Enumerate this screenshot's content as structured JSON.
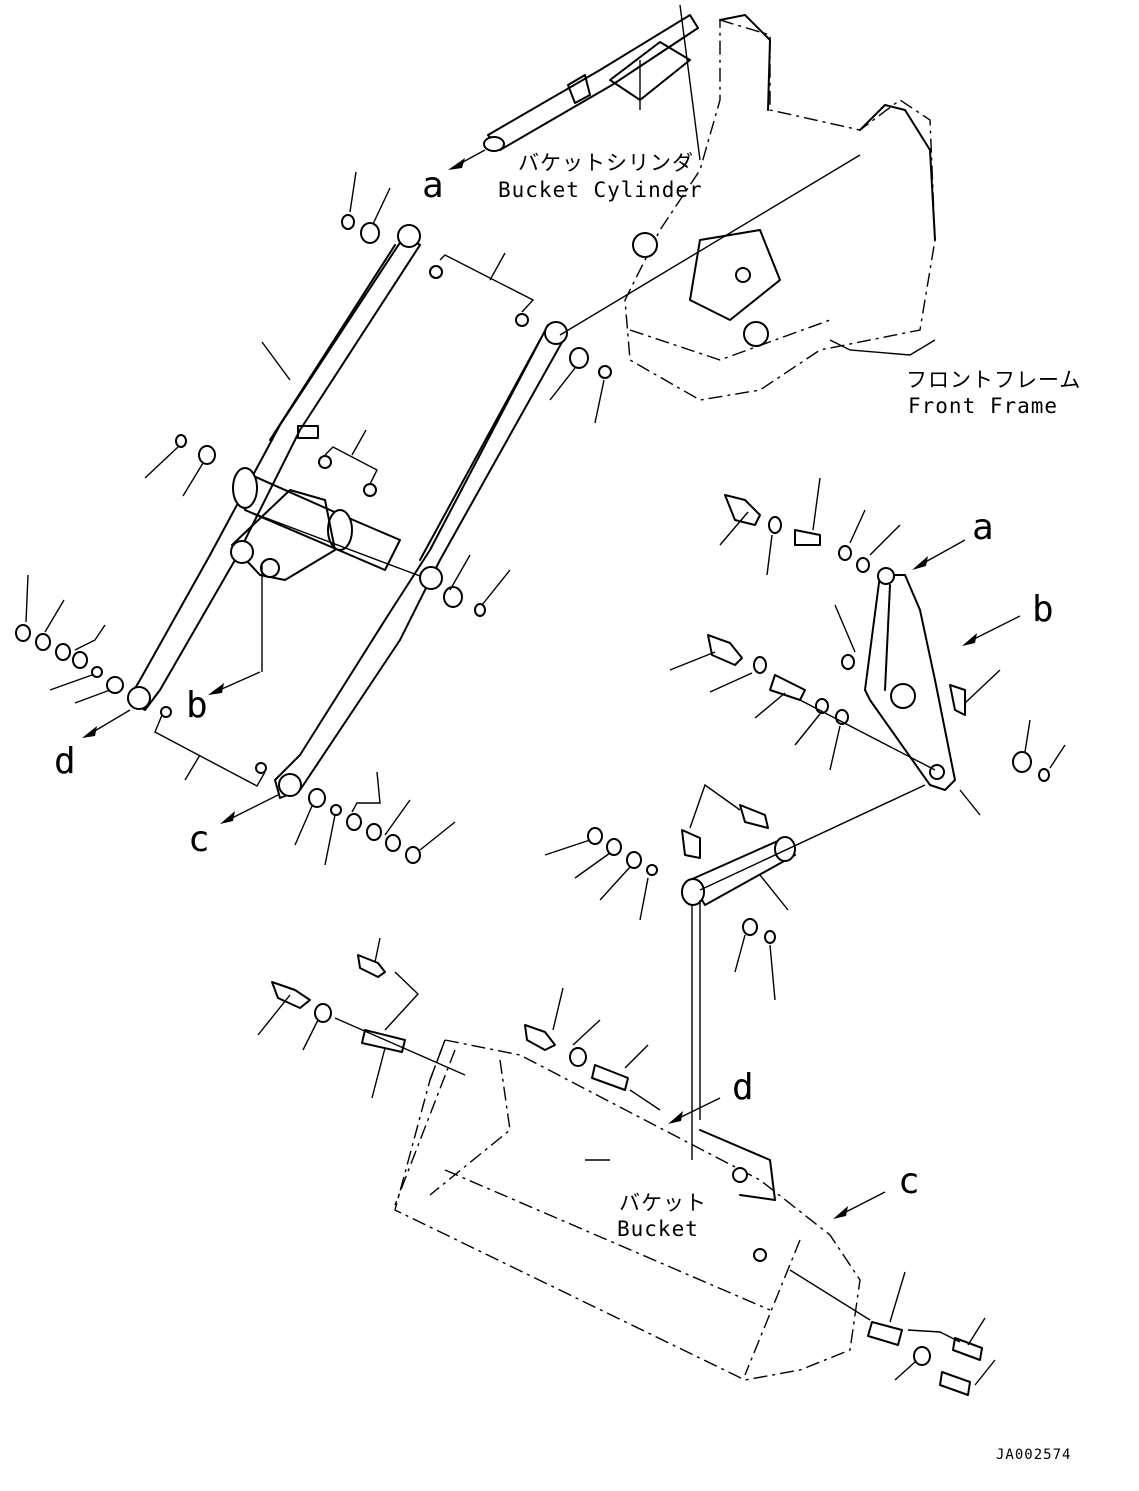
{
  "labels": {
    "a1": "a",
    "a2": "a",
    "b1": "b",
    "b2": "b",
    "c1": "c",
    "c2": "c",
    "d1": "d",
    "d2": "d"
  },
  "parts": {
    "bucket_cylinder_jp": "バケットシリンダ",
    "bucket_cylinder_en": "Bucket Cylinder",
    "front_frame_jp": "フロントフレーム",
    "front_frame_en": "Front Frame",
    "bucket_jp": "バケット",
    "bucket_en": "Bucket"
  },
  "drawing_id": "JA002574"
}
